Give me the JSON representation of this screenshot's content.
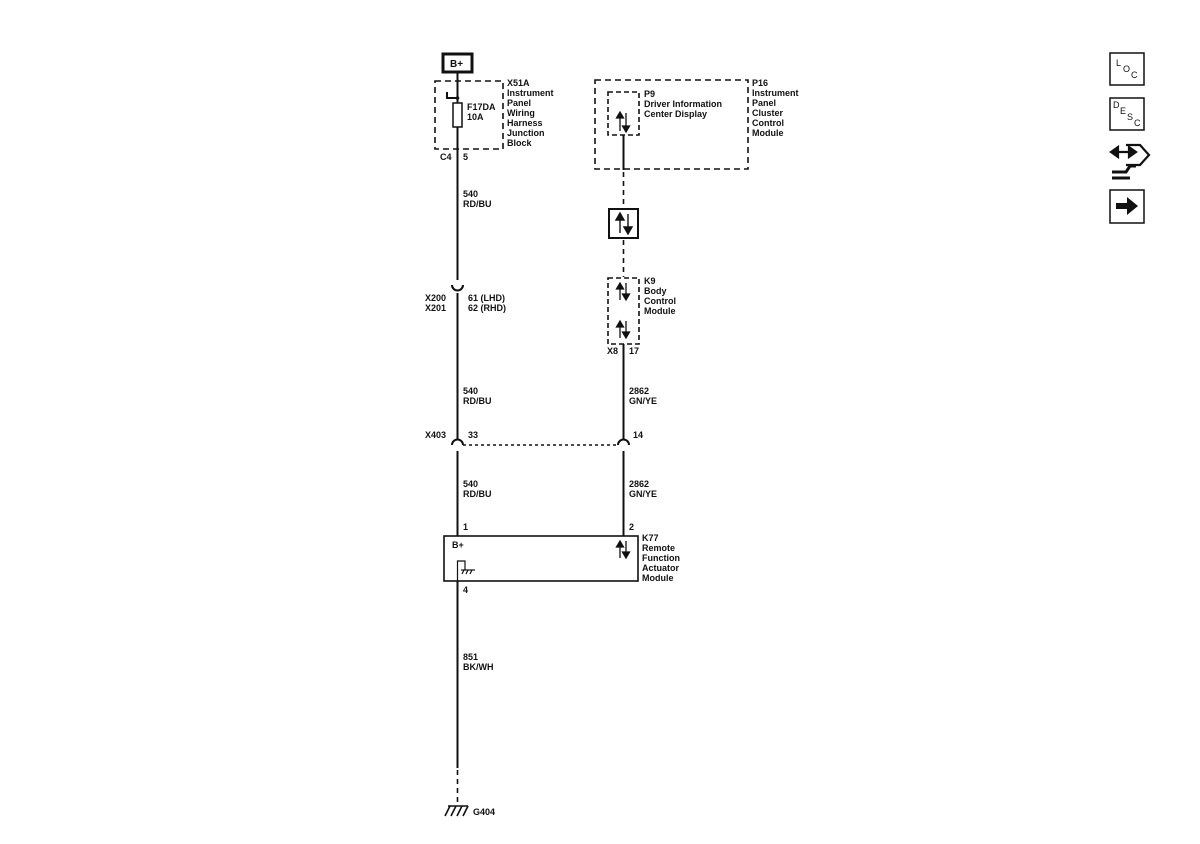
{
  "power": {
    "label": "B+"
  },
  "fuse_block": {
    "name": [
      "X51A",
      "Instrument",
      "Panel",
      "Wiring",
      "Harness",
      "Junction",
      "Block"
    ],
    "fuse": [
      "F17DA",
      "10A"
    ],
    "connector": "C4",
    "pin": "5"
  },
  "p16": {
    "name": [
      "P16",
      "Instrument",
      "Panel",
      "Cluster",
      "Control",
      "Module"
    ]
  },
  "p9": {
    "name": [
      "P9",
      "Driver Information",
      "Center Display"
    ]
  },
  "k9": {
    "name": [
      "K9",
      "Body",
      "Control",
      "Module"
    ],
    "connector": "X8",
    "pin": "17"
  },
  "inline": {
    "x200": "X200",
    "x201": "X201",
    "lhd": "61 (LHD)",
    "rhd": "62 (RHD)",
    "x403": "X403",
    "pin33": "33",
    "pin14": "14"
  },
  "wires": {
    "w540a": [
      "540",
      "RD/BU"
    ],
    "w540b": [
      "540",
      "RD/BU"
    ],
    "w540c": [
      "540",
      "RD/BU"
    ],
    "w2862a": [
      "2862",
      "GN/YE"
    ],
    "w2862b": [
      "2862",
      "GN/YE"
    ],
    "w851": [
      "851",
      "BK/WH"
    ]
  },
  "k77": {
    "name": [
      "K77",
      "Remote",
      "Function",
      "Actuator",
      "Module"
    ],
    "bplus": "B+",
    "pin1": "1",
    "pin2": "2",
    "pin4": "4"
  },
  "ground": {
    "label": "G404"
  },
  "nav": {
    "loc": [
      "L",
      "O",
      "C"
    ],
    "desc": [
      "D",
      "E",
      "S",
      "C"
    ],
    "icons": [
      "loc-icon",
      "desc-icon",
      "schematic-icon",
      "next-arrow-icon"
    ]
  }
}
